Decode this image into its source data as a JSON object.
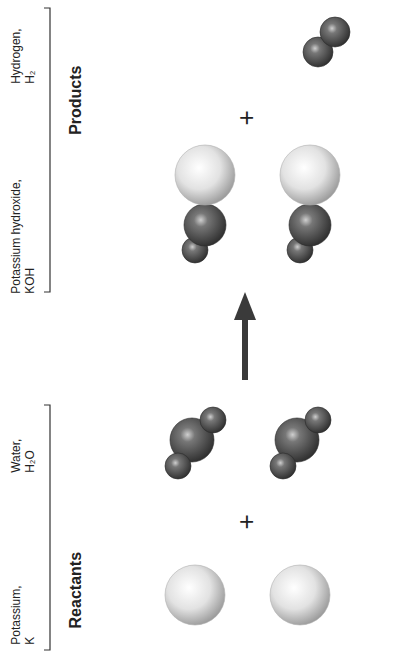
{
  "diagram": {
    "labels": [
      "Potassium, K",
      "Water, H₂O",
      "Reactants",
      "Potassium hydroxide, KOH",
      "Hydrogen, H₂",
      "Products",
      "+",
      "+"
    ]
  }
}
